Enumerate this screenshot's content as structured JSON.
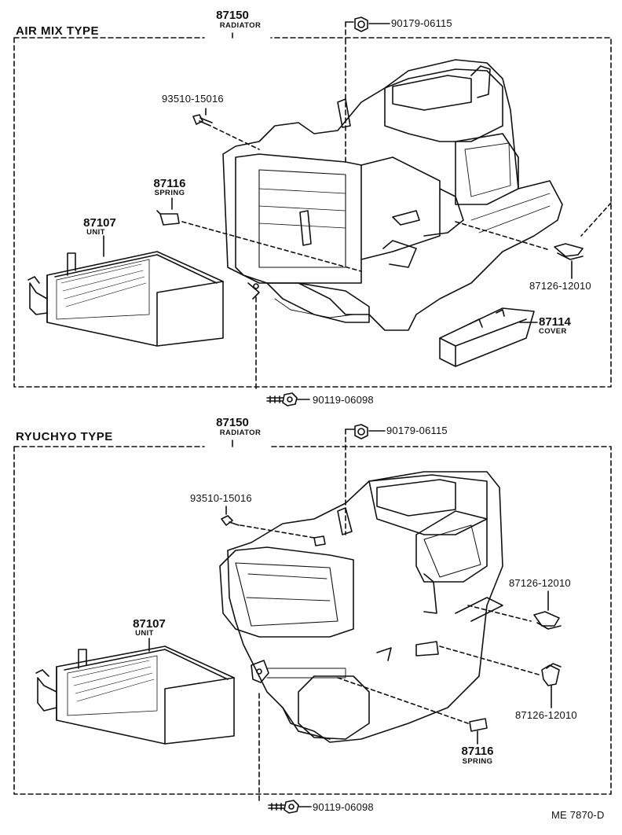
{
  "sections": [
    {
      "title": "AIR MIX TYPE",
      "radiator": {
        "number": "87150",
        "label": "RADIATOR"
      },
      "nut": "90179-06115",
      "screw_top": "93510-15016",
      "spring": {
        "number": "87116",
        "label": "SPRING"
      },
      "unit": {
        "number": "87107",
        "label": "UNIT"
      },
      "clip": "87126-12010",
      "cover": {
        "number": "87114",
        "label": "COVER"
      },
      "bolt": "90119-06098"
    },
    {
      "title": "RYUCHYO TYPE",
      "radiator": {
        "number": "87150",
        "label": "RADIATOR"
      },
      "nut": "90179-06115",
      "screw_top": "93510-15016",
      "clip_upper": "87126-12010",
      "unit": {
        "number": "87107",
        "label": "UNIT"
      },
      "clip_lower": "87126-12010",
      "spring": {
        "number": "87116",
        "label": "SPRING"
      },
      "bolt": "90119-06098"
    }
  ],
  "footer_code": "ME 7870-D"
}
